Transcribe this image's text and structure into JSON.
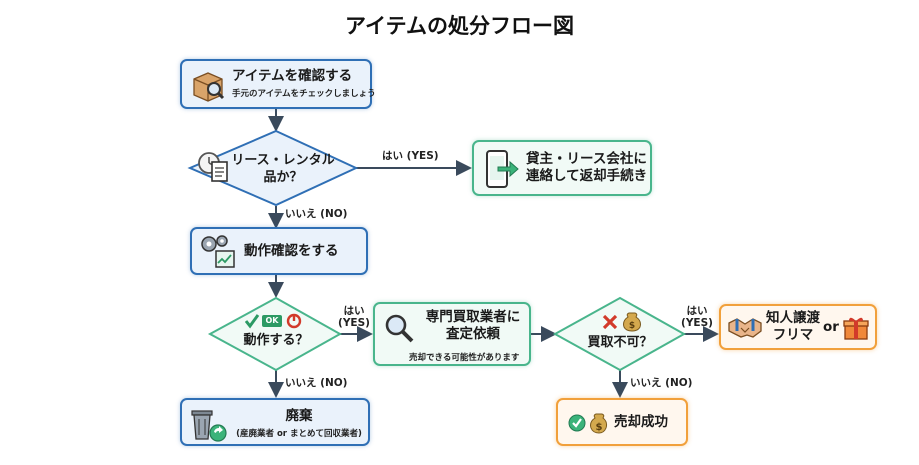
{
  "title": "アイテムの処分フロー図",
  "nodes": {
    "check": {
      "label": "アイテムを確認する",
      "sub": "手元のアイテムをチェックしましょう"
    },
    "lease_q": {
      "label_line1": "リース・レンタル",
      "label_line2": "品か？"
    },
    "return": {
      "label_line1": "貸主・リース会社に",
      "label_line2": "連絡して返却手続き"
    },
    "operation": {
      "label": "動作確認をする"
    },
    "works_q": {
      "label": "動作する？",
      "badge": "OK"
    },
    "buyer": {
      "label_line1": "専門買取業者に",
      "label_line2": "査定依頼",
      "sub": "売却できる可能性があります"
    },
    "cannot_buy_q": {
      "label": "買取不可？"
    },
    "give": {
      "label_line1": "知人譲渡",
      "label_line2": "フリマ",
      "or": "or"
    },
    "dispose": {
      "label": "廃棄",
      "sub": "(産廃業者 or まとめて回収業者)"
    },
    "sold": {
      "label": "売却成功"
    }
  },
  "edges": {
    "yes": "はい (YES)",
    "no": "いいえ (NO)",
    "yes_short": "はい",
    "yes_paren": "(YES)"
  },
  "colors": {
    "blue": "#2f6fb5",
    "green": "#49b58c",
    "orange": "#f1a03b",
    "arrow": "#3a4a5c"
  },
  "icons": [
    "box-magnifier-icon",
    "clock-document-icon",
    "phone-return-icon",
    "gears-monitor-icon",
    "check-ok-power-icon",
    "magnifier-icon",
    "cross-moneybag-icon",
    "handshake-icon",
    "gift-icon",
    "trash-recycle-icon",
    "check-moneybag-icon"
  ]
}
